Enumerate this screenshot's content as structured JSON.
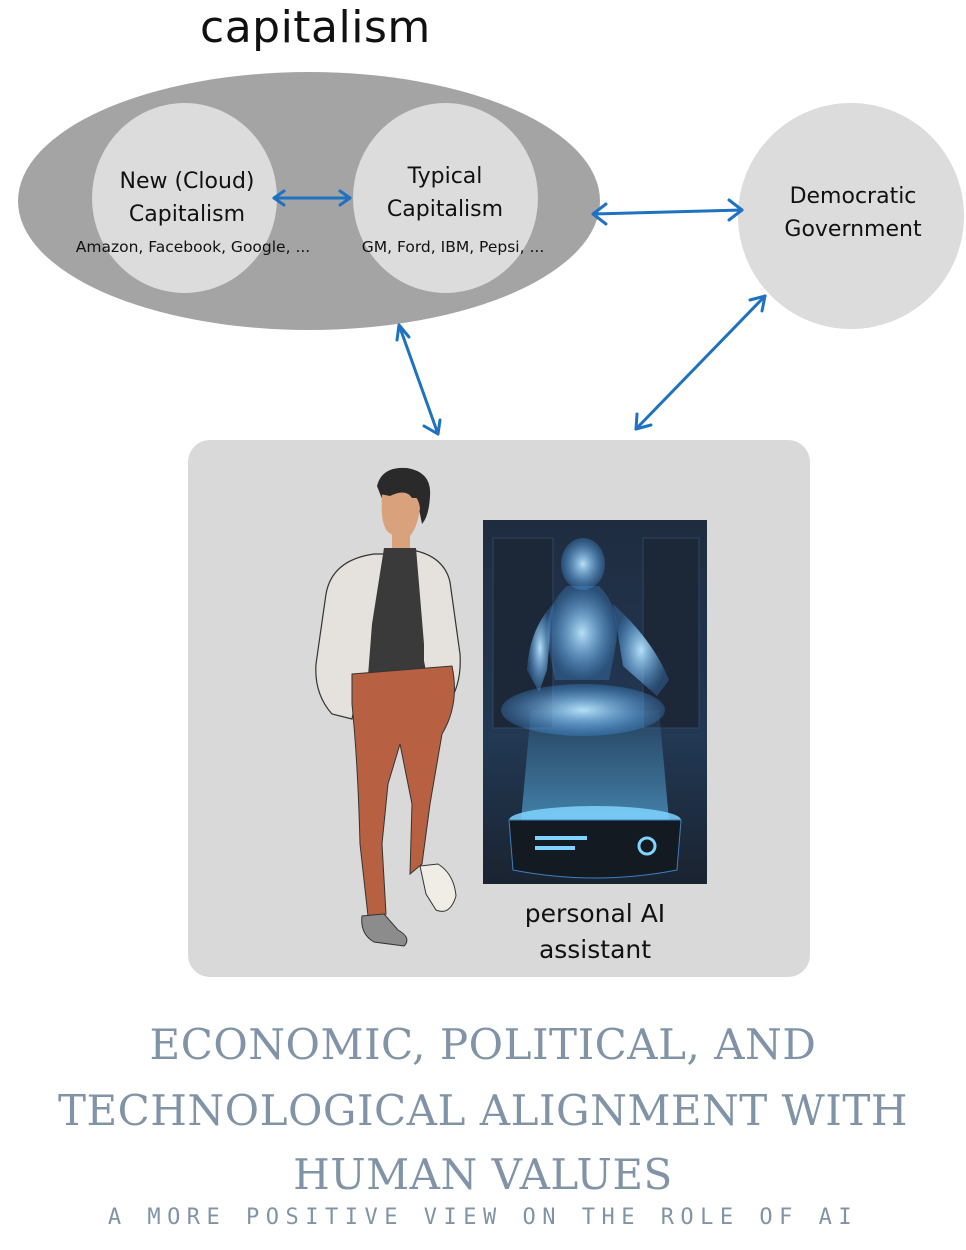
{
  "capitalism_label": "capitalism",
  "nodes": {
    "cloud": {
      "title_line1": "New (Cloud)",
      "title_line2": "Capitalism",
      "examples": "Amazon, Facebook, Google, ..."
    },
    "typical": {
      "title_line1": "Typical",
      "title_line2": "Capitalism",
      "examples": "GM, Ford, IBM, Pepsi, ..."
    },
    "government": {
      "title_line1": "Democratic",
      "title_line2": "Government"
    }
  },
  "ai_caption_line1": "personal AI",
  "ai_caption_line2": "assistant",
  "heading_lines": [
    "ECONOMIC, POLITICAL, AND",
    "TECHNOLOGICAL ALIGNMENT WITH",
    "HUMAN VALUES"
  ],
  "tagline": "A MORE POSITIVE VIEW ON THE ROLE OF AI",
  "colors": {
    "ellipse": "#a4a4a4",
    "circle": "#dcdcdc",
    "arrow": "#1f72c1",
    "heading": "#8194a7"
  },
  "icons": [
    "person-illustration",
    "ai-hologram-image"
  ]
}
